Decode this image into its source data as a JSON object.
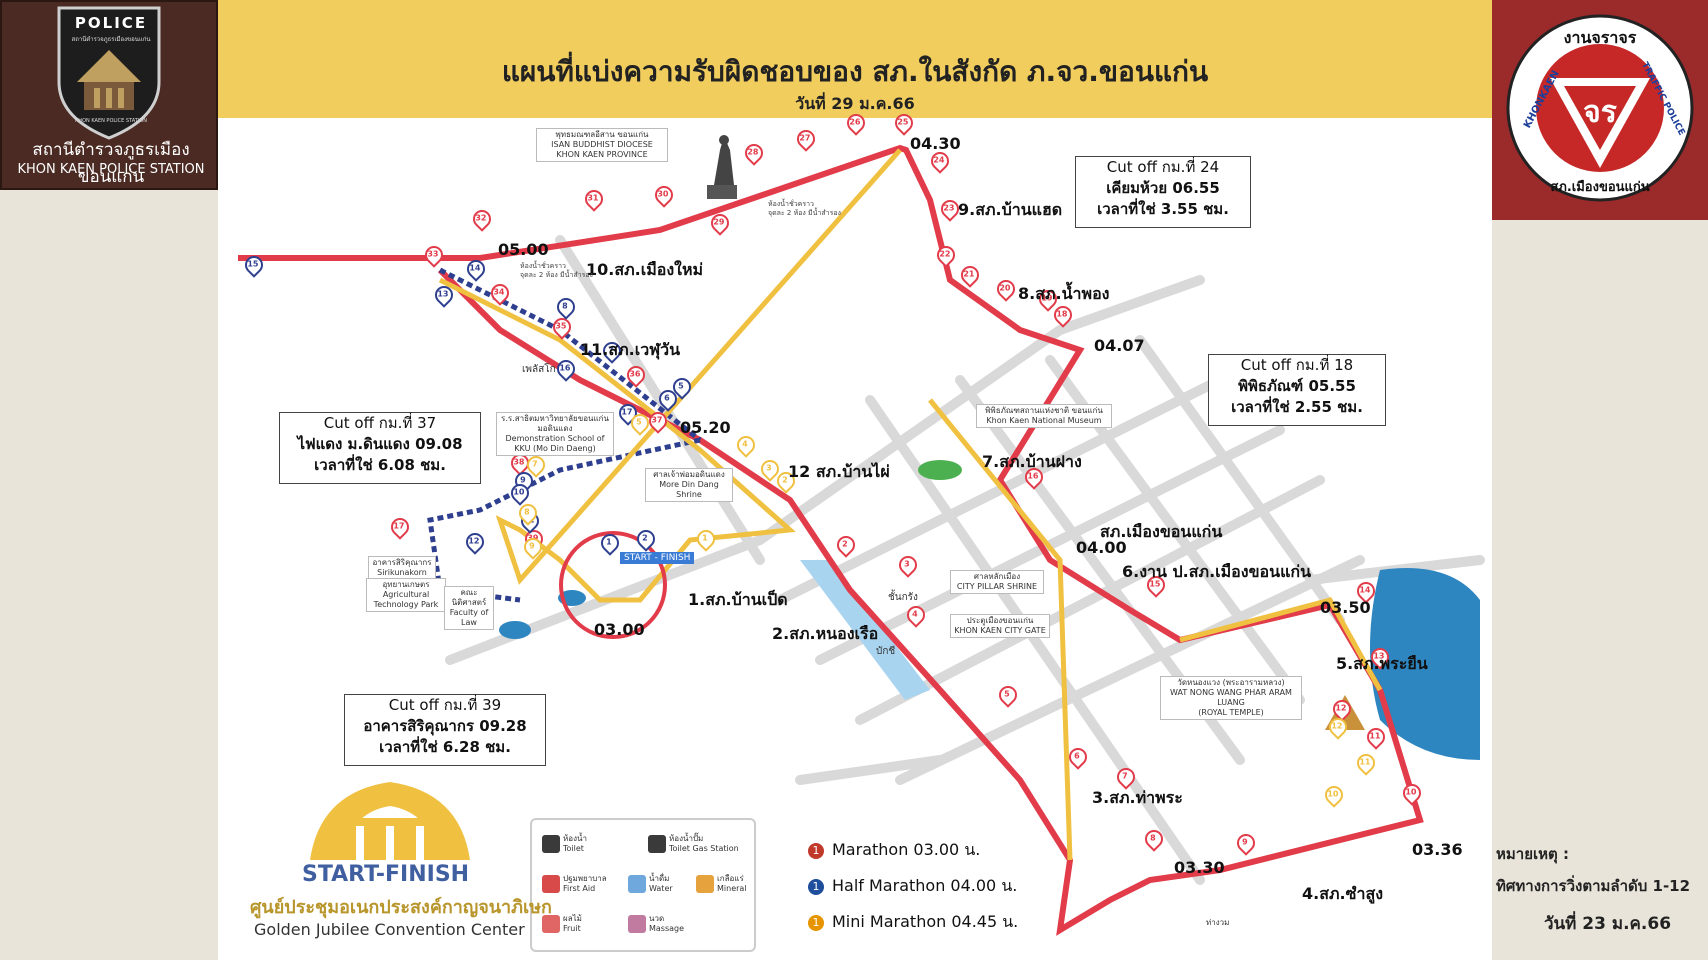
{
  "header": {
    "title": "แผนที่แบ่งความรับผิดชอบของ สภ.ในสังกัด ภ.จว.ขอนแก่น",
    "date": "วันที่ 29 ม.ค.66"
  },
  "police_logo": {
    "badge": "POLICE",
    "badge_sub": "สถานีตำรวจภูธรเมืองขอนแก่น",
    "badge_ring": "KHON KAEN POLICE STATION",
    "caption_th": "สถานีตำรวจภูธรเมืองขอนแก่น",
    "caption_en": "KHON KAEN POLICE STATION"
  },
  "traffic_logo": {
    "top_text": "งานจราจร",
    "left_text": "KHONKAEN",
    "right_text": "TRAFFIC POLICE",
    "bottom_text": "สภ.เมืองขอนแก่น",
    "mark": "จร"
  },
  "stations": [
    "1.สภ.บ้านเป็ด",
    "2.สภ.หนองเรือ",
    "3.สภ.ท่าพระ",
    "4.สภ.ซำสูง",
    "5.สภ.พระยืน",
    "6.งาน ป.สภ.เมืองขอนแก่น",
    "7.สภ.บ้านฝาง",
    "8.สภ.น้ำพอง",
    "9.สภ.บ้านแฮด",
    "10.สภ.เมืองใหม่",
    "11.สภ.เวฬุวัน",
    "12 สภ.บ้านไผ่",
    "สภ.เมืองขอนแก่น"
  ],
  "times": [
    "05.00",
    "04.30",
    "04.07",
    "05.20",
    "04.00",
    "03.50",
    "03.36",
    "03.30",
    "03.00"
  ],
  "cutoffs": {
    "km24": [
      "Cut off กม.ที่ 24",
      "เคียมห้วย 06.55",
      "เวลาที่ใช่ 3.55 ชม."
    ],
    "km18": [
      "Cut off กม.ที่ 18",
      "พิพิธภัณฑ์ 05.55",
      "เวลาที่ใช่ 2.55 ชม."
    ],
    "km37": [
      "Cut off กม.ที่ 37",
      "ไฟแดง ม.ดินแดง 09.08",
      "เวลาที่ใช่ 6.08 ชม."
    ],
    "km39": [
      "Cut off กม.ที่ 39",
      "อาคารสิริคุณากร 09.28",
      "เวลาที่ใช่ 6.28 ชม."
    ]
  },
  "landmarks": {
    "buddhist": [
      "พุทธมณฑลอีสาน ขอนแก่น",
      "ISAN BUDDHIST DIOCESE",
      "KHON KAEN PROVINCE"
    ],
    "museum": [
      "พิพิธภัณฑสถานแห่งชาติ ขอนแก่น",
      "Khon Kaen National Museum"
    ],
    "pillar": [
      "ศาลหลักเมือง",
      "CITY PILLAR SHRINE"
    ],
    "gate": [
      "ประตูเมืองขอนแก่น",
      "KHON KAEN CITY GATE"
    ],
    "temple": [
      "วัดหนองแวง (พระอารามหลวง)",
      "WAT NONG WANG PHAR ARAM LUANG",
      "(ROYAL TEMPLE)"
    ],
    "shrine": [
      "ศาลเจ้าพ่อมอดินแดง",
      "More Din Dang Shrine"
    ],
    "school": [
      "ร.ร.สาธิตมหาวิทยาลัยขอนแก่น มอดินแดง",
      "Demonstration School of KKU (Mo Din Daeng)"
    ],
    "sirikunakorn": [
      "อาคารสิริคุณากร",
      "Sirikunakorn Building"
    ],
    "agri": [
      "อุทยานเกษตร",
      "Agricultural Technology Park"
    ],
    "law": [
      "คณะนิติศาสตร์",
      "Faculty of Law"
    ],
    "start_finish_tag": "START - FINISH",
    "complex": "เพลัสโก",
    "city_mark": "ชั้นกรัง",
    "bar_mark": "บักชี",
    "exit_mark": "ท่างวม"
  },
  "amenity_notes": [
    "ห้องน้ำชั่วคราว",
    "จุดละ 2 ห้อง มีน้ำสำรอง"
  ],
  "start_finish": {
    "title": "START-FINISH",
    "thai": "ศูนย์ประชุมอเนกประสงค์กาญจนาภิเษก",
    "english": "Golden Jubilee Convention Center"
  },
  "amenities": [
    {
      "th": "ห้องน้ำ",
      "en": "Toilet",
      "color": "#3a3a3a"
    },
    {
      "th": "ห้องน้ำปั๊ม",
      "en": "Toilet Gas Station",
      "color": "#3a3a3a"
    },
    {
      "th": "ปฐมพยาบาล",
      "en": "First Aid",
      "color": "#d84a4a"
    },
    {
      "th": "น้ำดื่ม",
      "en": "Water",
      "color": "#6fa8dc"
    },
    {
      "th": "เกลือแร่",
      "en": "Mineral",
      "color": "#e6a23c"
    },
    {
      "th": "ผลไม้",
      "en": "Fruit",
      "color": "#e06666"
    },
    {
      "th": "นวด",
      "en": "Massage",
      "color": "#c27ba0"
    }
  ],
  "race_legend": [
    {
      "num": "1",
      "label": "Marathon 03.00 น.",
      "color": "#c0392b"
    },
    {
      "num": "1",
      "label": "Half Marathon 04.00 น.",
      "color": "#1f4e9c"
    },
    {
      "num": "1",
      "label": "Mini Marathon 04.45 น.",
      "color": "#e69500"
    }
  ],
  "notes": {
    "heading": "หมายเหตุ :",
    "line": "ทิศทางการวิ่งตามลำดับ 1-12",
    "date": "วันที่ 23 ม.ค.66"
  },
  "route_colors": {
    "marathon": "#e23b4a",
    "half": "#2f3f8f",
    "mini": "#f0c040",
    "road": "#d9d9d9",
    "water": "#2e86c1"
  },
  "markers": {
    "marathon": [
      "2",
      "3",
      "4",
      "5",
      "6",
      "7",
      "8",
      "9",
      "10",
      "11",
      "12",
      "13",
      "14",
      "15",
      "16",
      "17",
      "18",
      "19",
      "20",
      "21",
      "22",
      "23",
      "24",
      "25",
      "26",
      "27",
      "28",
      "29",
      "30",
      "31",
      "32",
      "33",
      "34",
      "35",
      "36",
      "37",
      "38",
      "39"
    ],
    "half": [
      "1",
      "2",
      "5",
      "6",
      "7",
      "8",
      "9",
      "10",
      "11",
      "12",
      "13",
      "14",
      "15",
      "16",
      "17"
    ],
    "mini": [
      "1",
      "2",
      "3",
      "4",
      "5",
      "7",
      "8",
      "9",
      "10",
      "11",
      "12"
    ]
  }
}
